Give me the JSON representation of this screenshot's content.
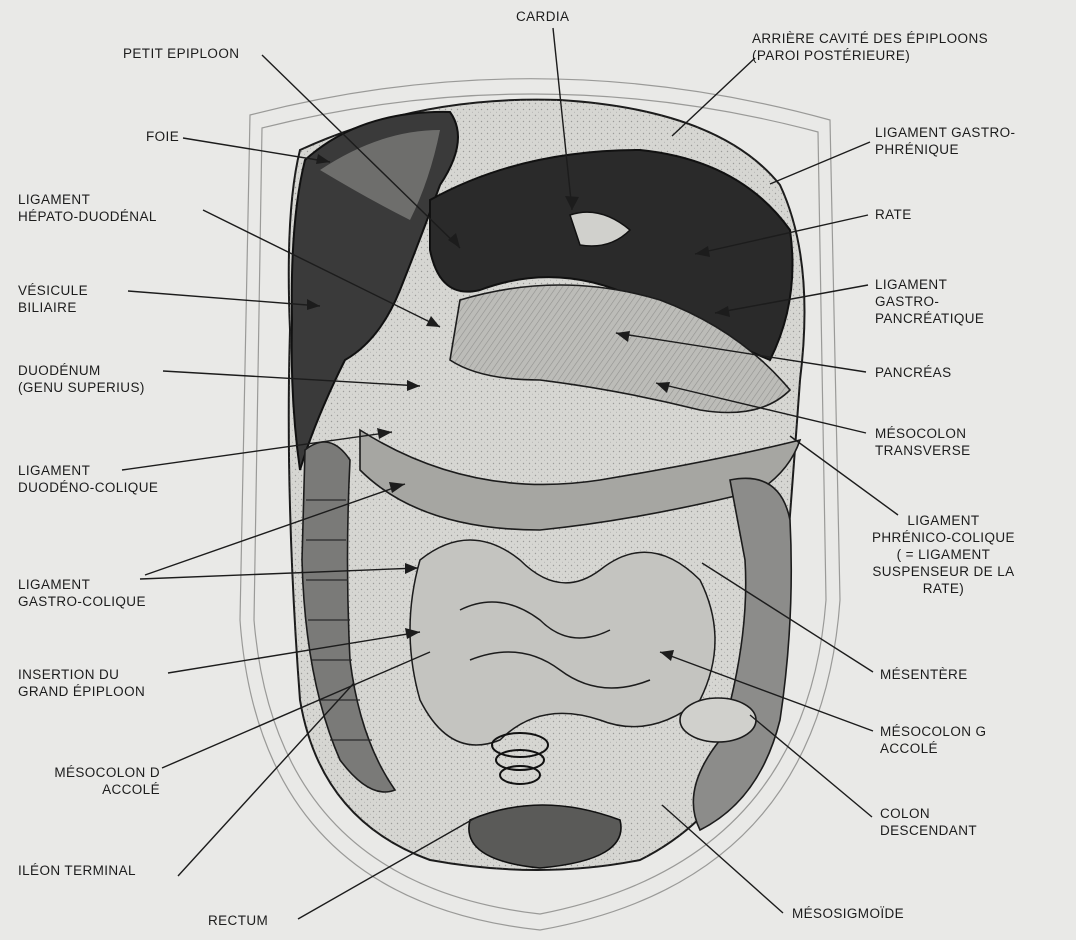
{
  "labels": {
    "cardia": [
      "CARDIA"
    ],
    "petit_epiploon": [
      "PETIT EPIPLOON"
    ],
    "arriere_cavite": [
      "ARRIÈRE CAVITÉ DES ÉPIPLOONS",
      "(PAROI POSTÉRIEURE)"
    ],
    "foie": [
      "FOIE"
    ],
    "ligament_gastro_phrenique": [
      "LIGAMENT GASTRO-",
      "PHRÉNIQUE"
    ],
    "ligament_hepato_duodenal": [
      "LIGAMENT",
      "HÉPATO-DUODÉNAL"
    ],
    "rate": [
      "RATE"
    ],
    "vesicule_biliaire": [
      "VÉSICULE",
      "BILIAIRE"
    ],
    "ligament_gastro_pancreatique": [
      "LIGAMENT",
      "GASTRO-",
      "PANCRÉATIQUE"
    ],
    "duodenum": [
      "DUODÉNUM",
      "(GENU SUPERIUS)"
    ],
    "pancreas": [
      "PANCRÉAS"
    ],
    "mesocolon_transverse": [
      "MÉSOCOLON",
      "TRANSVERSE"
    ],
    "ligament_duodeno_colique": [
      "LIGAMENT",
      "DUODÉNO-COLIQUE"
    ],
    "ligament_phrenico_colique": [
      "LIGAMENT",
      "PHRÉNICO-COLIQUE",
      "( = LIGAMENT",
      "SUSPENSEUR DE LA",
      "RATE)"
    ],
    "ligament_gastro_colique": [
      "LIGAMENT",
      "GASTRO-COLIQUE"
    ],
    "insertion_grand_epiploon": [
      "INSERTION DU",
      "GRAND ÉPIPLOON"
    ],
    "mesentere": [
      "MÉSENTÈRE"
    ],
    "mesocolon_g": [
      "MÉSOCOLON G",
      "ACCOLÉ"
    ],
    "mesocolon_d": [
      "MÉSOCOLON D",
      "ACCOLÉ"
    ],
    "colon_descendant": [
      "COLON",
      "DESCENDANT"
    ],
    "ileon_terminal": [
      "ILÉON TERMINAL"
    ],
    "rectum": [
      "RECTUM"
    ],
    "mesosigmoide": [
      "MÉSOSIGMOÏDE"
    ]
  },
  "colors": {
    "background": "#e9e9e7",
    "ink": "#1c1c1c",
    "dark_tissue": "#2a2a2a",
    "mid_tissue": "#8a8a88",
    "light_tissue": "#d6d6d2"
  }
}
